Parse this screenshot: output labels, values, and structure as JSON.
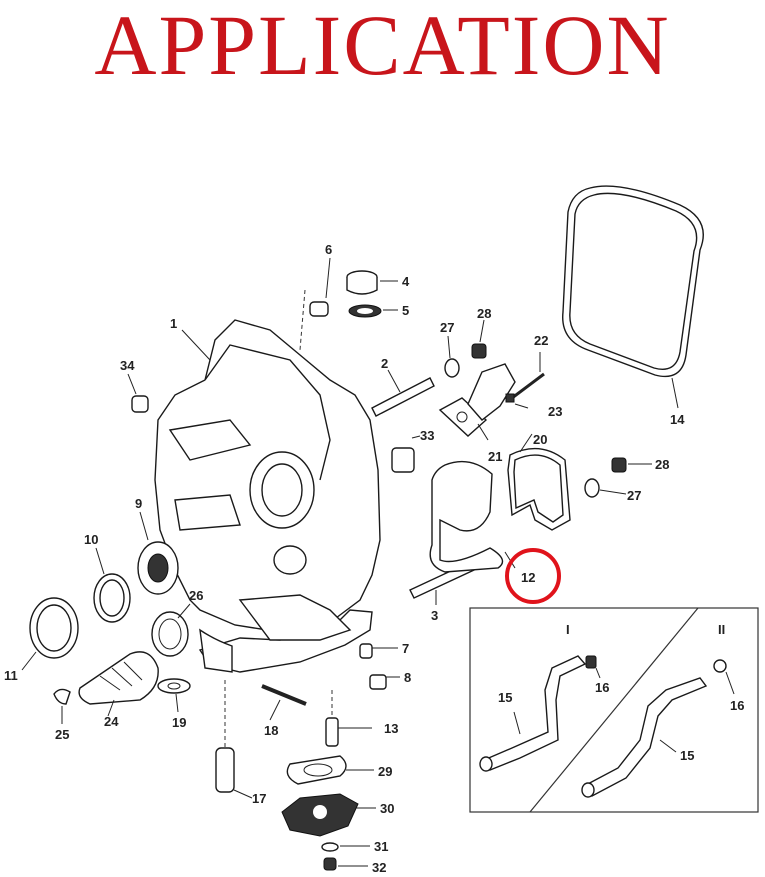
{
  "banner": {
    "title": "APPLICATION",
    "color": "#c8151b"
  },
  "highlight": {
    "part": "12",
    "color": "#e0131b"
  },
  "callouts": {
    "c1": "1",
    "c2": "2",
    "c3": "3",
    "c4": "4",
    "c5": "5",
    "c6": "6",
    "c7": "7",
    "c8": "8",
    "c9": "9",
    "c10": "10",
    "c11": "11",
    "c12": "12",
    "c13": "13",
    "c14": "14",
    "c15a": "15",
    "c15b": "15",
    "c16a": "16",
    "c16b": "16",
    "c17": "17",
    "c18": "18",
    "c19": "19",
    "c20": "20",
    "c21": "21",
    "c22": "22",
    "c23": "23",
    "c24": "24",
    "c25": "25",
    "c26": "26",
    "c27a": "27",
    "c27b": "27",
    "c28a": "28",
    "c28b": "28",
    "c29": "29",
    "c30": "30",
    "c31": "31",
    "c32": "32",
    "c33": "33",
    "c34": "34"
  },
  "inset": {
    "panel1": "I",
    "panel2": "II"
  }
}
